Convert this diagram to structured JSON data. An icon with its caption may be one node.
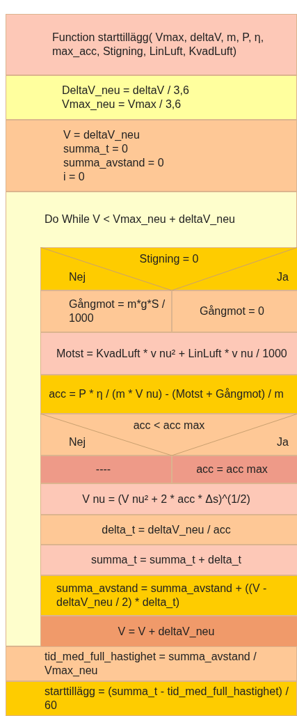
{
  "diagram": {
    "nodes": [
      {
        "text": [
          "Function starttillägg( Vmax, deltaV, m, P, η, max_acc, Stigning, LinLuft, KvadLuft)"
        ]
      },
      {
        "text": [
          "DeltaV_neu = deltaV / 3,6",
          "Vmax_neu = Vmax / 3,6"
        ]
      },
      {
        "text": [
          "V = deltaV_neu",
          "summa_t = 0",
          "summa_avstand = 0",
          "i = 0"
        ]
      },
      {
        "text": [
          "Do While V < Vmax_neu + deltaV_neu"
        ]
      },
      {
        "text": [
          "Stigning = 0",
          "Nej",
          "Ja"
        ],
        "in": 3
      },
      {
        "text": [
          "Gångmot = m*g*S / 1000"
        ],
        "in": 3
      },
      {
        "text": [
          "Gångmot = 0"
        ],
        "in": 3
      },
      {
        "text": [
          "Motst = KvadLuft * v nu² + LinLuft * v nu / 1000"
        ],
        "in": 3
      },
      {
        "text": [
          "acc = P * η / (m * V nu) - (Motst + Gångmot) / m"
        ],
        "in": 3
      },
      {
        "text": [
          "acc < acc max",
          "Nej",
          "Ja"
        ],
        "in": 3
      },
      {
        "text": [
          "----"
        ],
        "in": 3
      },
      {
        "text": [
          "acc = acc max"
        ],
        "in": 3
      },
      {
        "text": [
          "V nu = (V nu² + 2 * acc * Δs)^(1/2)"
        ],
        "in": 3
      },
      {
        "text": [
          "delta_t = deltaV_neu / acc"
        ],
        "in": 3
      },
      {
        "text": [
          "summa_t = summa_t + delta_t"
        ],
        "in": 3
      },
      {
        "text": [
          "summa_avstand = summa_avstand + ((V - deltaV_neu / 2) * delta_t)"
        ],
        "in": 3
      },
      {
        "text": [
          "V = V + deltaV_neu"
        ],
        "in": 3
      },
      {
        "text": [
          "tid_med_full_hastighet = summa_avstand / Vmax_neu"
        ]
      },
      {
        "text": [
          "starttillägg = (summa_t - tid_med_full_hastighet) / 60"
        ]
      }
    ]
  }
}
